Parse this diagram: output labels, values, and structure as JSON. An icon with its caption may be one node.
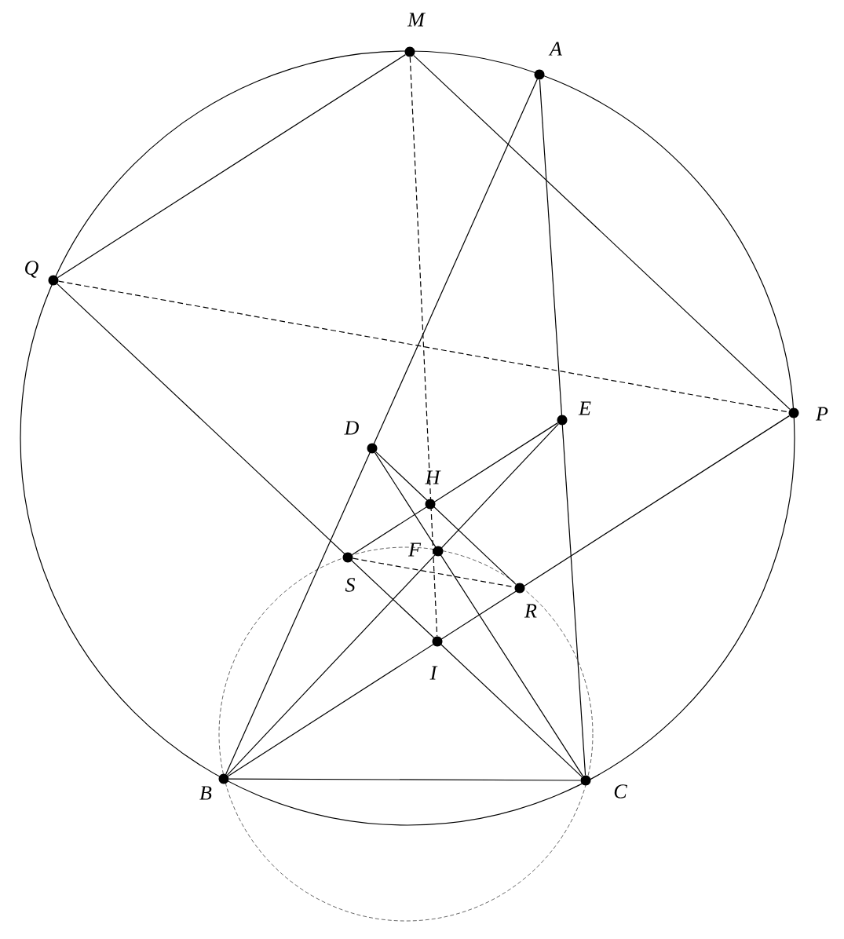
{
  "diagram": {
    "nodes": [
      {
        "text": [],
        "shape": "circle",
        "beside": [
          "M"
        ]
      },
      {
        "text": [],
        "shape": "circle",
        "beside": [
          "A"
        ]
      },
      {
        "text": [],
        "shape": "circle",
        "beside": [
          "Q"
        ]
      },
      {
        "text": [],
        "shape": "circle",
        "beside": [
          "P"
        ]
      },
      {
        "text": [],
        "shape": "circle",
        "beside": [
          "E"
        ]
      },
      {
        "text": [],
        "shape": "circle",
        "beside": [
          "D"
        ]
      },
      {
        "text": [],
        "shape": "circle",
        "beside": [
          "H"
        ]
      },
      {
        "text": [],
        "shape": "circle",
        "beside": [
          "F"
        ]
      },
      {
        "text": [],
        "shape": "circle",
        "beside": [
          "S"
        ]
      },
      {
        "text": [],
        "shape": "circle",
        "beside": [
          "R"
        ]
      },
      {
        "text": [],
        "shape": "circle",
        "beside": [
          "I"
        ]
      },
      {
        "text": [],
        "shape": "circle",
        "beside": [
          "B"
        ]
      },
      {
        "text": [],
        "shape": "circle",
        "beside": [
          "C"
        ]
      }
    ],
    "edges": [
      {
        "from": 0,
        "to": 2,
        "arrow": "none"
      },
      {
        "from": 0,
        "to": 3,
        "arrow": "none"
      },
      {
        "from": 1,
        "to": 11,
        "arrow": "none"
      },
      {
        "from": 1,
        "to": 12,
        "arrow": "none"
      },
      {
        "from": 2,
        "to": 12,
        "arrow": "none"
      },
      {
        "from": 2,
        "to": 3,
        "arrow": "none",
        "style": "dashed"
      },
      {
        "from": 0,
        "to": 10,
        "arrow": "none",
        "style": "dashed"
      },
      {
        "from": 3,
        "to": 11,
        "arrow": "none"
      },
      {
        "from": 5,
        "to": 12,
        "arrow": "none"
      },
      {
        "from": 5,
        "to": 9,
        "arrow": "none"
      },
      {
        "from": 4,
        "to": 8,
        "arrow": "none"
      },
      {
        "from": 4,
        "to": 11,
        "arrow": "none"
      },
      {
        "from": 11,
        "to": 12,
        "arrow": "none"
      },
      {
        "from": 8,
        "to": 9,
        "arrow": "none",
        "style": "dashed"
      }
    ]
  }
}
